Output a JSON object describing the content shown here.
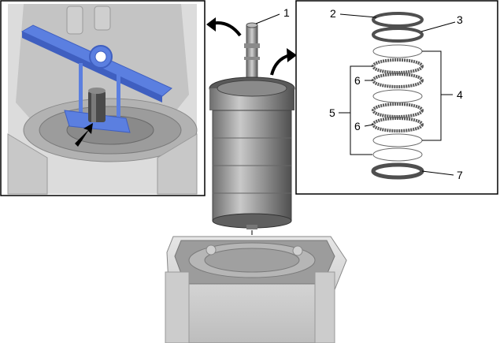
{
  "callouts": {
    "c1": "1",
    "c2": "2",
    "c3": "3",
    "c4": "4",
    "c5": "5",
    "c6a": "6",
    "c6b": "6",
    "c7": "7"
  },
  "colors": {
    "tool_blue": "#5b7fe0",
    "tool_blue_dark": "#3f5fc0",
    "metal_light": "#d8d8d8",
    "metal_mid": "#a8a8a8",
    "metal_dark": "#5a5a5a",
    "frame": "#000000"
  }
}
